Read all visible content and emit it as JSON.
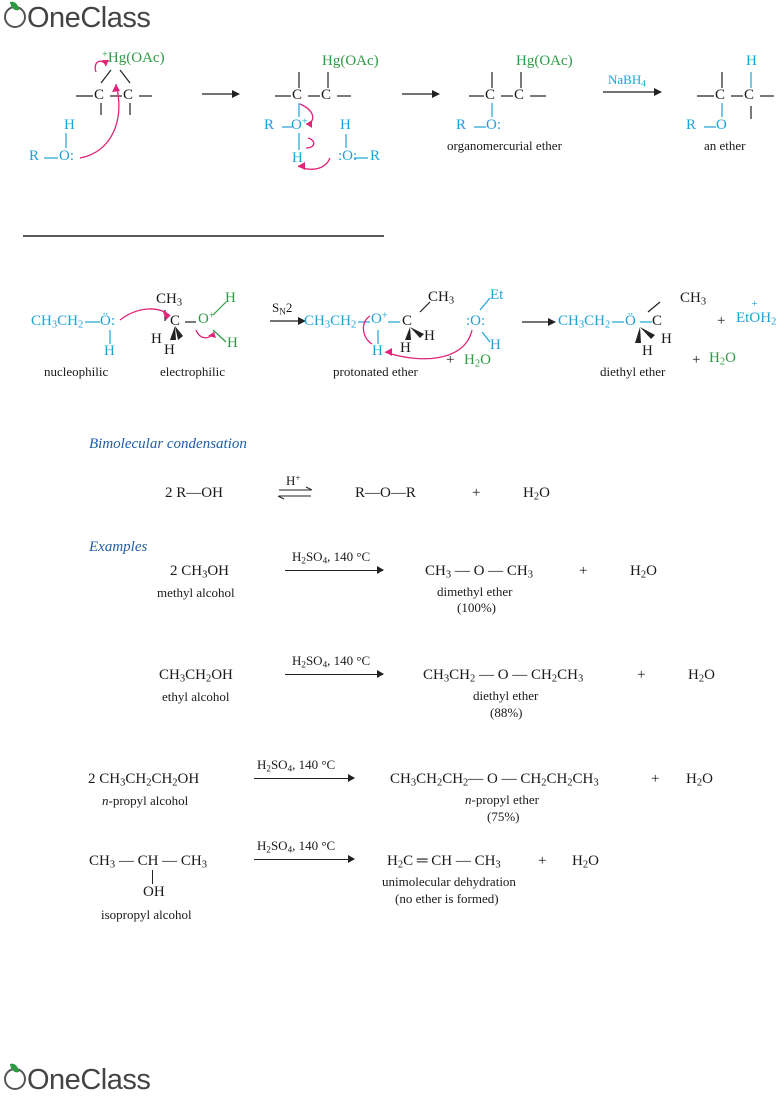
{
  "brand": {
    "logo_header": "OneClass",
    "logo_footer": "OneClass"
  },
  "scheme1": {
    "hg_reagent": "Hg(OAc)",
    "hg_plus": "+",
    "reagent_nabh4": "NaBH",
    "reagent_nabh4_sub": "4",
    "label_organomercurial": "organomercurial ether",
    "label_ether": "an ether"
  },
  "scheme2": {
    "label_nucleophilic": "nucleophilic",
    "label_electrophilic": "electrophilic",
    "label_protonated": "protonated ether",
    "label_diethyl": "diethyl ether",
    "sn2": "S",
    "sn2_sub": "N",
    "sn2_tail": "2"
  },
  "section_bimolecular": {
    "heading": "Bimolecular condensation",
    "reactant": "2 R—OH",
    "catalyst": "H",
    "catalyst_sup": "+",
    "product": "R—O—R",
    "plus": "+",
    "water": "H",
    "water_sub": "2",
    "water_tail": "O"
  },
  "section_examples": {
    "heading": "Examples",
    "condition": "H2SO4, 140 °C",
    "rows": [
      {
        "reactant": "2 CH3OH",
        "reactant_name": "methyl alcohol",
        "product": "CH3—O—CH3",
        "product_name": "dimethyl ether",
        "yield": "(100%)"
      },
      {
        "reactant": "CH3CH2OH",
        "reactant_name": "ethyl alcohol",
        "product": "CH3CH2—O—CH2CH3",
        "product_name": "diethyl ether",
        "yield": "(88%)"
      },
      {
        "reactant": "2 CH3CH2CH2OH",
        "reactant_name": "n-propyl alcohol",
        "product": "CH3CH2CH2—O—CH2CH2CH3",
        "product_name": "n-propyl ether",
        "yield": "(75%)"
      },
      {
        "reactant": "CH3—CH—CH3",
        "reactant_oh": "OH",
        "reactant_name": "isopropyl alcohol",
        "product": "H2C═CH—CH3",
        "product_name": "unimolecular dehydration",
        "note": "(no ether is formed)"
      }
    ]
  }
}
